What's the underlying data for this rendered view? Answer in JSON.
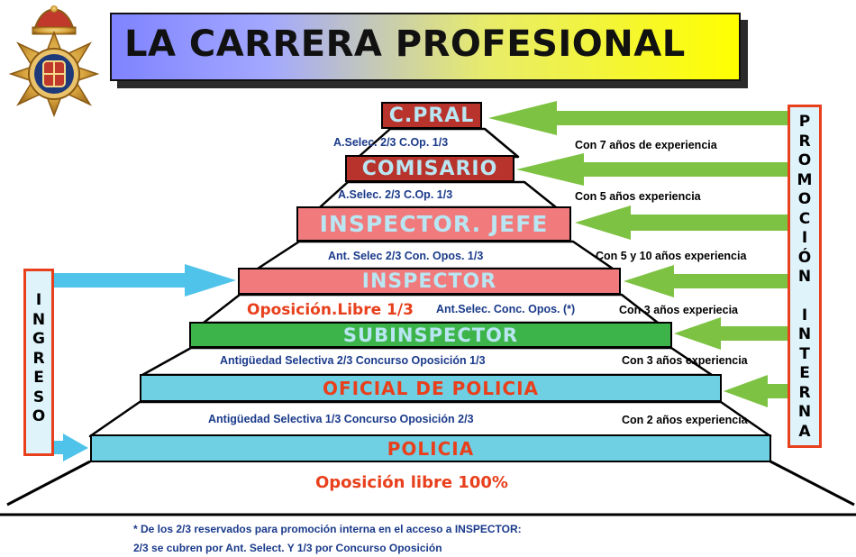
{
  "header": {
    "title": "LA CARRERA PROFESIONAL"
  },
  "colors": {
    "red_rank": "#f07a7c",
    "cyan_rank": "#6fd0e3",
    "green_rank": "#3cb44a",
    "dark_red": "#b8332c",
    "rank_text_light": "#b9e6f2",
    "arrow_green": "#7dc242",
    "arrow_blue": "#4fc3ea",
    "accent_red": "#e8401c",
    "text_blue": "#1a3a8a"
  },
  "ranks": [
    {
      "label": "C.PRAL"
    },
    {
      "label": "COMISARIO"
    },
    {
      "label": "INSPECTOR. JEFE"
    },
    {
      "label": "INSPECTOR"
    },
    {
      "label": "SUBINSPECTOR"
    },
    {
      "label": "OFICIAL DE POLICIA"
    },
    {
      "label": "POLICIA"
    }
  ],
  "steps": [
    {
      "access": "A.Selec. 2/3 C.Op. 1/3",
      "experience": "Con 7 años de experiencia"
    },
    {
      "access": "A.Selec. 2/3 C.Op. 1/3",
      "experience": "Con 5 años experiencia"
    },
    {
      "access": "Ant. Selec 2/3  Con. Opos. 1/3",
      "experience": "Con 5  y 10 años experiencia"
    },
    {
      "access_red": "Oposición.Libre 1/3",
      "access": "Ant.Selec. Conc. Opos. (*)",
      "experience": "Con   3 años experiecia"
    },
    {
      "access": "Antigüedad Selectiva 2/3  Concurso Oposición 1/3",
      "experience": "Con 3 años experiencia"
    },
    {
      "access": "Antigüedad Selectiva 1/3  Concurso Oposición 2/3",
      "experience": "Con 2 años experiencia"
    }
  ],
  "base_note": "Oposición libre 100%",
  "ingreso_label": [
    "I",
    "N",
    "G",
    "R",
    "E",
    "S",
    "O"
  ],
  "promocion_label": [
    "P",
    "R",
    "O",
    "M",
    "O",
    "C",
    "I",
    "Ó",
    "N",
    " ",
    "I",
    "N",
    "T",
    "E",
    "R",
    "N",
    "A"
  ],
  "footnotes": [
    "* De los 2/3 reservados para promoción interna en el acceso a INSPECTOR:",
    "2/3 se cubren por Ant. Select. Y 1/3 por Concurso Oposición"
  ],
  "icons": {
    "emblem": "police-badge-icon"
  }
}
